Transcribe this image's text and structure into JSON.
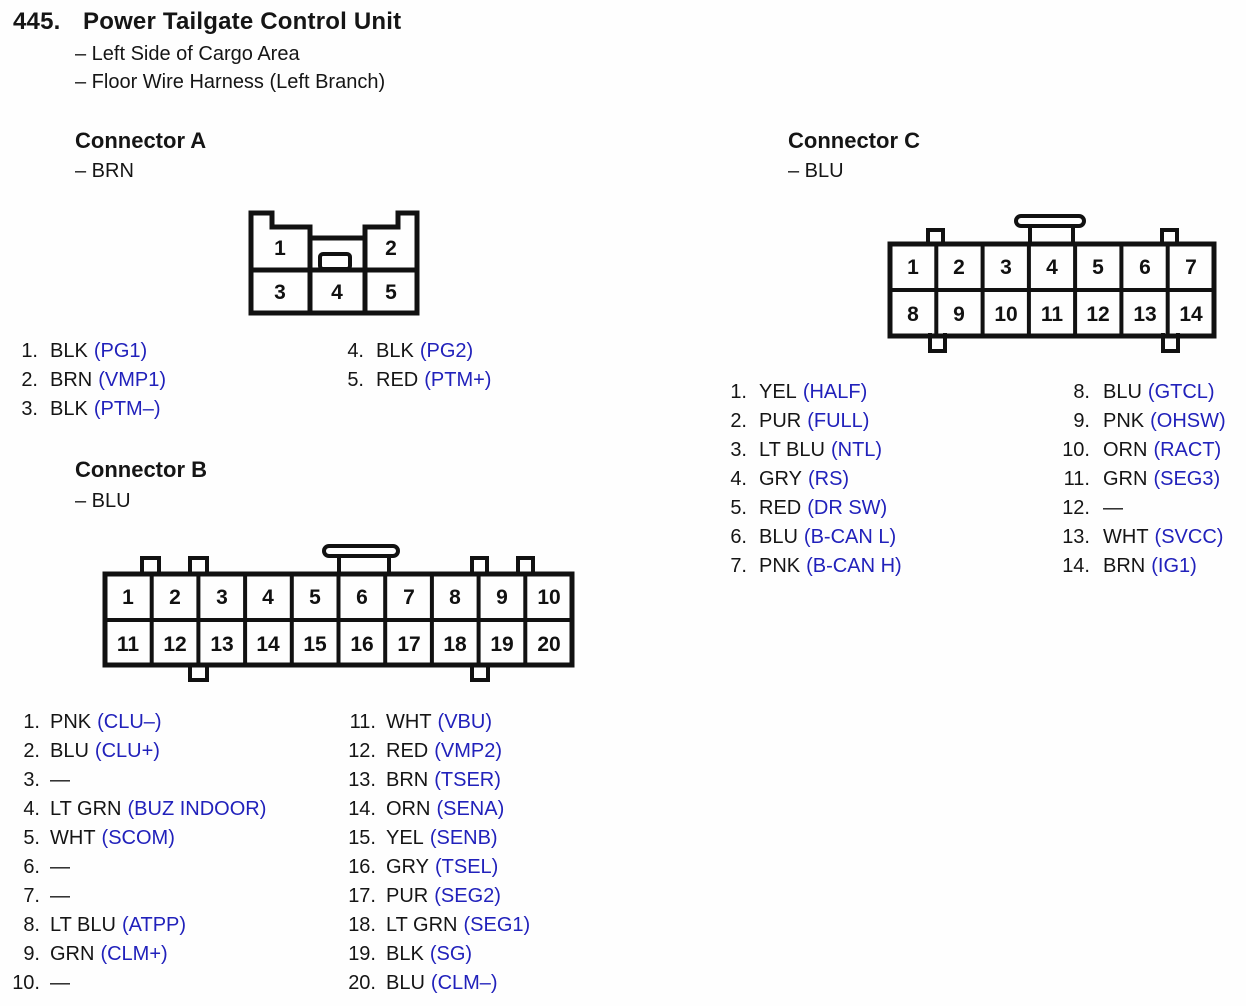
{
  "page": {
    "number": "445.",
    "title": "Power Tailgate Control Unit",
    "subtitle1": "– Left Side of Cargo Area",
    "subtitle2": "– Floor Wire Harness (Left Branch)"
  },
  "colors": {
    "signal_blue": "#2121bb",
    "ink": "#151515"
  },
  "connectors": {
    "a": {
      "title": "Connector A",
      "color_label": "– BRN",
      "cells": [
        "1",
        "2",
        "3",
        "4",
        "5"
      ],
      "pins_left": [
        {
          "num": "1.",
          "wire": "BLK",
          "signal": "(PG1)"
        },
        {
          "num": "2.",
          "wire": "BRN",
          "signal": "(VMP1)"
        },
        {
          "num": "3.",
          "wire": "BLK",
          "signal": "(PTM–)"
        }
      ],
      "pins_right": [
        {
          "num": "4.",
          "wire": "BLK",
          "signal": "(PG2)"
        },
        {
          "num": "5.",
          "wire": "RED",
          "signal": "(PTM+)"
        }
      ]
    },
    "b": {
      "title": "Connector B",
      "color_label": "– BLU",
      "cells": [
        "1",
        "2",
        "3",
        "4",
        "5",
        "6",
        "7",
        "8",
        "9",
        "10",
        "11",
        "12",
        "13",
        "14",
        "15",
        "16",
        "17",
        "18",
        "19",
        "20"
      ],
      "pins_left": [
        {
          "num": "1.",
          "wire": "PNK",
          "signal": "(CLU–)"
        },
        {
          "num": "2.",
          "wire": "BLU",
          "signal": "(CLU+)"
        },
        {
          "num": "3.",
          "wire": "—",
          "signal": ""
        },
        {
          "num": "4.",
          "wire": "LT GRN",
          "signal": "(BUZ INDOOR)"
        },
        {
          "num": "5.",
          "wire": "WHT",
          "signal": "(SCOM)"
        },
        {
          "num": "6.",
          "wire": "—",
          "signal": ""
        },
        {
          "num": "7.",
          "wire": "—",
          "signal": ""
        },
        {
          "num": "8.",
          "wire": "LT BLU",
          "signal": "(ATPP)"
        },
        {
          "num": "9.",
          "wire": "GRN",
          "signal": "(CLM+)"
        },
        {
          "num": "10.",
          "wire": "—",
          "signal": ""
        }
      ],
      "pins_right": [
        {
          "num": "11.",
          "wire": "WHT",
          "signal": "(VBU)"
        },
        {
          "num": "12.",
          "wire": "RED",
          "signal": "(VMP2)"
        },
        {
          "num": "13.",
          "wire": "BRN",
          "signal": "(TSER)"
        },
        {
          "num": "14.",
          "wire": "ORN",
          "signal": "(SENA)"
        },
        {
          "num": "15.",
          "wire": "YEL",
          "signal": "(SENB)"
        },
        {
          "num": "16.",
          "wire": "GRY",
          "signal": "(TSEL)"
        },
        {
          "num": "17.",
          "wire": "PUR",
          "signal": "(SEG2)"
        },
        {
          "num": "18.",
          "wire": "LT GRN",
          "signal": "(SEG1)"
        },
        {
          "num": "19.",
          "wire": "BLK",
          "signal": "(SG)"
        },
        {
          "num": "20.",
          "wire": "BLU",
          "signal": "(CLM–)"
        }
      ]
    },
    "c": {
      "title": "Connector C",
      "color_label": "– BLU",
      "cells": [
        "1",
        "2",
        "3",
        "4",
        "5",
        "6",
        "7",
        "8",
        "9",
        "10",
        "11",
        "12",
        "13",
        "14"
      ],
      "pins_left": [
        {
          "num": "1.",
          "wire": "YEL",
          "signal": "(HALF)"
        },
        {
          "num": "2.",
          "wire": "PUR",
          "signal": "(FULL)"
        },
        {
          "num": "3.",
          "wire": "LT BLU",
          "signal": "(NTL)"
        },
        {
          "num": "4.",
          "wire": "GRY",
          "signal": "(RS)"
        },
        {
          "num": "5.",
          "wire": "RED",
          "signal": "(DR SW)"
        },
        {
          "num": "6.",
          "wire": "BLU",
          "signal": "(B-CAN L)"
        },
        {
          "num": "7.",
          "wire": "PNK",
          "signal": "(B-CAN H)"
        }
      ],
      "pins_right": [
        {
          "num": "8.",
          "wire": "BLU",
          "signal": "(GTCL)"
        },
        {
          "num": "9.",
          "wire": "PNK",
          "signal": "(OHSW)"
        },
        {
          "num": "10.",
          "wire": "ORN",
          "signal": "(RACT)"
        },
        {
          "num": "11.",
          "wire": "GRN",
          "signal": "(SEG3)"
        },
        {
          "num": "12.",
          "wire": "—",
          "signal": ""
        },
        {
          "num": "13.",
          "wire": "WHT",
          "signal": "(SVCC)"
        },
        {
          "num": "14.",
          "wire": "BRN",
          "signal": "(IG1)"
        }
      ]
    }
  }
}
